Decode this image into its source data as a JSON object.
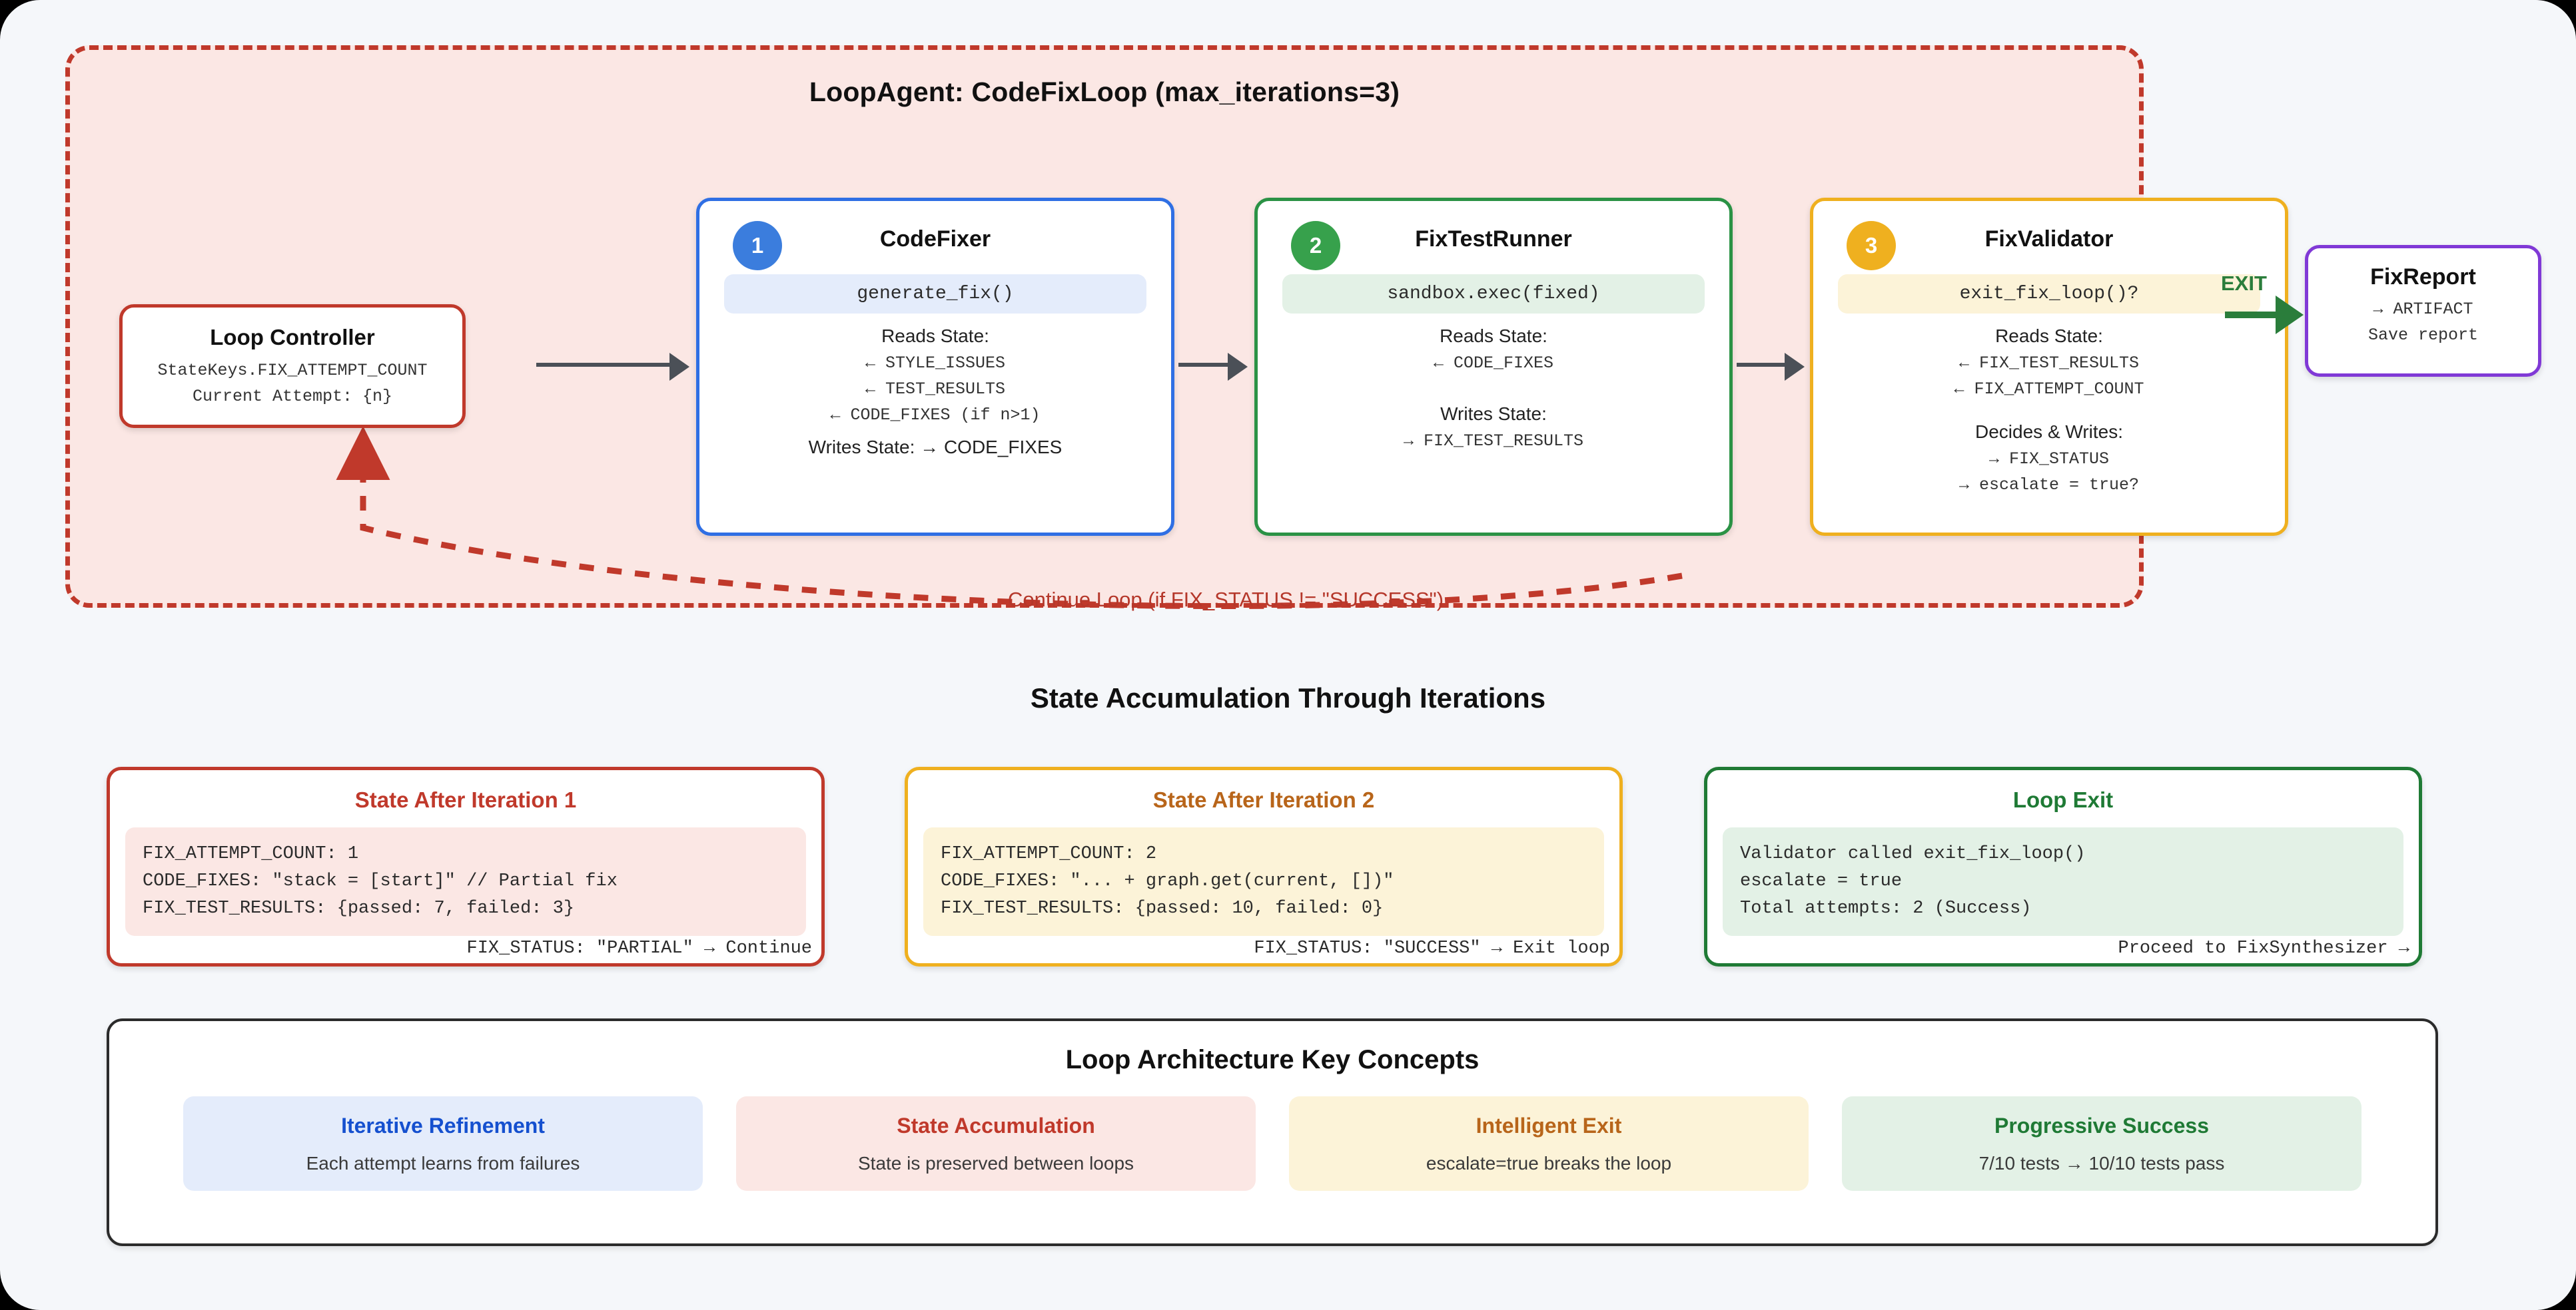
{
  "loop": {
    "title": "LoopAgent: CodeFixLoop (max_iterations=3)",
    "controller": {
      "title": "Loop Controller",
      "line1": "StateKeys.FIX_ATTEMPT_COUNT",
      "line2": "Current Attempt: {n}"
    },
    "nodes": [
      {
        "badge": "1",
        "title": "CodeFixer",
        "code": "generate_fix()",
        "reads_label": "Reads State:",
        "reads": [
          "← STYLE_ISSUES",
          "← TEST_RESULTS",
          "← CODE_FIXES (if n>1)"
        ],
        "writes_label": "Writes State: → CODE_FIXES",
        "writes": [],
        "accent": "#3b7ddd"
      },
      {
        "badge": "2",
        "title": "FixTestRunner",
        "code": "sandbox.exec(fixed)",
        "reads_label": "Reads State:",
        "reads": [
          "← CODE_FIXES"
        ],
        "writes_label": "Writes State:",
        "writes": [
          "→ FIX_TEST_RESULTS"
        ],
        "accent": "#37a14c"
      },
      {
        "badge": "3",
        "title": "FixValidator",
        "code": "exit_fix_loop()?",
        "reads_label": "Reads State:",
        "reads": [
          "← FIX_TEST_RESULTS",
          "← FIX_ATTEMPT_COUNT"
        ],
        "writes_label": "Decides & Writes:",
        "writes": [
          "→ FIX_STATUS",
          "→ escalate = true?"
        ],
        "accent": "#efb01f"
      }
    ],
    "exit_label": "EXIT",
    "loopback_label": "Continue Loop (if FIX_STATUS != \"SUCCESS\")"
  },
  "report": {
    "title": "FixReport",
    "line1": "→ ARTIFACT",
    "line2": "Save report"
  },
  "state_section": {
    "heading": "State Accumulation Through Iterations",
    "cards": [
      {
        "title": "State After Iteration 1",
        "lines": [
          "FIX_ATTEMPT_COUNT: 1",
          "CODE_FIXES: \"stack = [start]\" // Partial fix",
          "FIX_TEST_RESULTS: {passed: 7, failed: 3}"
        ],
        "footer": "FIX_STATUS: \"PARTIAL\" → Continue"
      },
      {
        "title": "State After Iteration 2",
        "lines": [
          "FIX_ATTEMPT_COUNT: 2",
          "CODE_FIXES: \"... + graph.get(current, [])\"",
          "FIX_TEST_RESULTS: {passed: 10, failed: 0}"
        ],
        "footer": "FIX_STATUS: \"SUCCESS\" → Exit loop"
      },
      {
        "title": "Loop Exit",
        "lines": [
          "Validator called exit_fix_loop()",
          "escalate = true",
          "Total attempts: 2 (Success)"
        ],
        "footer": "Proceed to FixSynthesizer →"
      }
    ]
  },
  "concepts": {
    "title": "Loop Architecture Key Concepts",
    "items": [
      {
        "title": "Iterative Refinement",
        "desc": "Each attempt learns from failures",
        "bg": "#e4ecfb",
        "color": "#1550cf"
      },
      {
        "title": "State Accumulation",
        "desc": "State is preserved between loops",
        "bg": "#fbe7e4",
        "color": "#c0392b"
      },
      {
        "title": "Intelligent Exit",
        "desc": "escalate=true breaks the loop",
        "bg": "#fcf3d8",
        "color": "#b8651a"
      },
      {
        "title": "Progressive Success",
        "desc": "7/10 tests → 10/10 tests pass",
        "bg": "#e3f1e6",
        "color": "#1f7a35"
      }
    ]
  }
}
